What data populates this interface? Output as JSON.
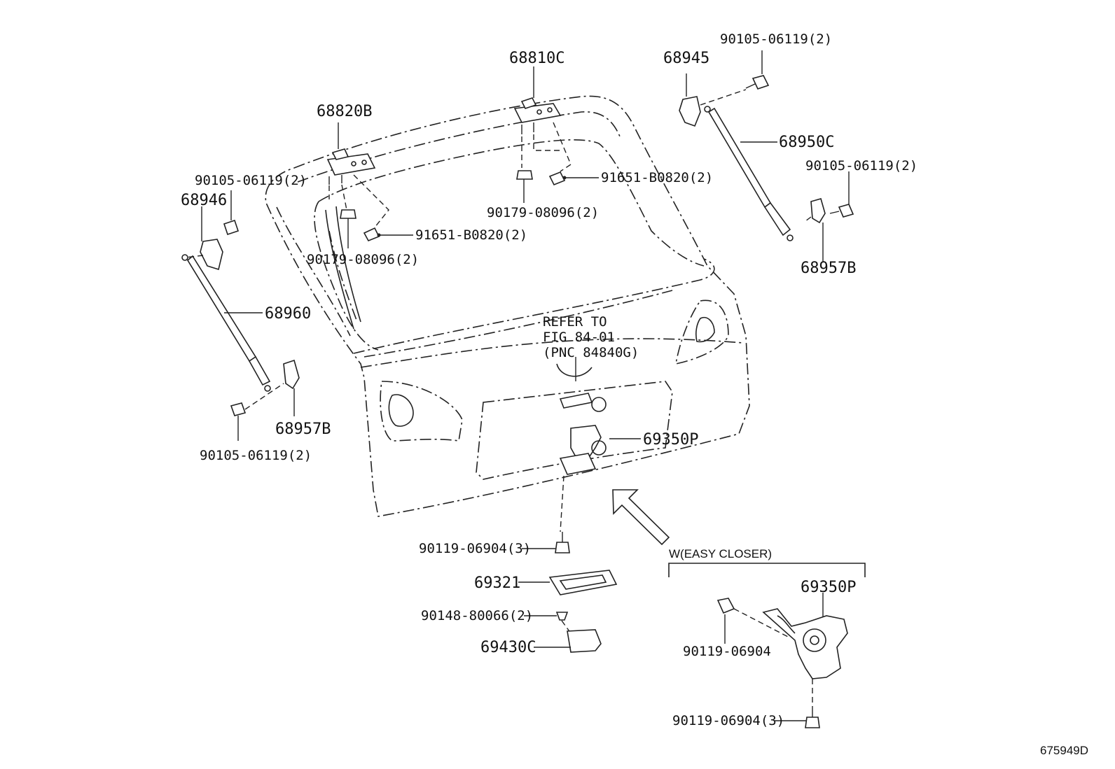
{
  "labels": {
    "p68810C": "68810C",
    "p68945": "68945",
    "p90105_top": "90105-06119(2)",
    "p68820B": "68820B",
    "p68950C": "68950C",
    "p90105_right": "90105-06119(2)",
    "p91651_top": "91651-B0820(2)",
    "p90105_left": "90105-06119(2)",
    "p68946": "68946",
    "p90179_top": "90179-08096(2)",
    "p91651_left": "91651-B0820(2)",
    "p68957B_right": "68957B",
    "p90179_left": "90179-08096(2)",
    "p68960": "68960",
    "refer_1": "REFER TO",
    "refer_2": "FIG 84-01",
    "refer_3": "(PNC 84840G)",
    "p69350P": "69350P",
    "p68957B_left": "68957B",
    "p90105_bottom": "90105-06119(2)",
    "p90119_3": "90119-06904(3)",
    "p69321": "69321",
    "p90148": "90148-80066(2)",
    "p69430C": "69430C",
    "easy_closer": "W(EASY CLOSER)",
    "p69350P_inset": "69350P",
    "p90119_inset": "90119-06904",
    "p90119_inset_3": "90119-06904(3)",
    "figure_id": "675949D"
  }
}
